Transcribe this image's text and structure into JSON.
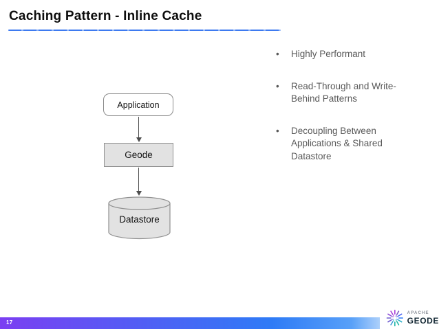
{
  "slide": {
    "title": "Caching Pattern - Inline Cache",
    "bullet_char": "•",
    "bullets": [
      "Highly Performant",
      "Read-Through and Write-Behind Patterns",
      "Decoupling Between Applications & Shared Datastore"
    ],
    "diagram": {
      "application_label": "Application",
      "geode_label": "Geode",
      "datastore_label": "Datastore"
    },
    "footer": {
      "page_number": "17",
      "logo_top": "APACHE",
      "logo_bottom": "GEODE"
    },
    "colors": {
      "underline_blue": "#3d7af0",
      "footer_purple": "#7b3ff2",
      "footer_blue": "#2e7bf6",
      "bullet_text": "#595959",
      "node_fill": "#e2e2e2",
      "node_border": "#8f8f8f",
      "arrow": "#4d4d4d"
    }
  }
}
